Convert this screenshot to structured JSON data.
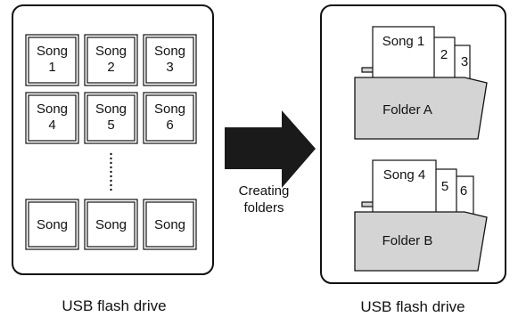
{
  "left_drive": {
    "label": "USB flash drive",
    "songs_top": [
      [
        "Song",
        "1"
      ],
      [
        "Song",
        "2"
      ],
      [
        "Song",
        "3"
      ],
      [
        "Song",
        "4"
      ],
      [
        "Song",
        "5"
      ],
      [
        "Song",
        "6"
      ]
    ],
    "songs_bottom": [
      "Song",
      "Song",
      "Song"
    ]
  },
  "arrow": {
    "caption_line1": "Creating",
    "caption_line2": "folders"
  },
  "right_drive": {
    "label": "USB flash drive",
    "folders": [
      {
        "name": "Folder A",
        "front_song": "Song 1",
        "back_songs": [
          "2",
          "3"
        ]
      },
      {
        "name": "Folder B",
        "front_song": "Song 4",
        "back_songs": [
          "5",
          "6"
        ]
      }
    ]
  },
  "colors": {
    "folder_fill": "#d4d4d4",
    "arrow_fill": "#1a1a1a",
    "stroke": "#111111"
  }
}
